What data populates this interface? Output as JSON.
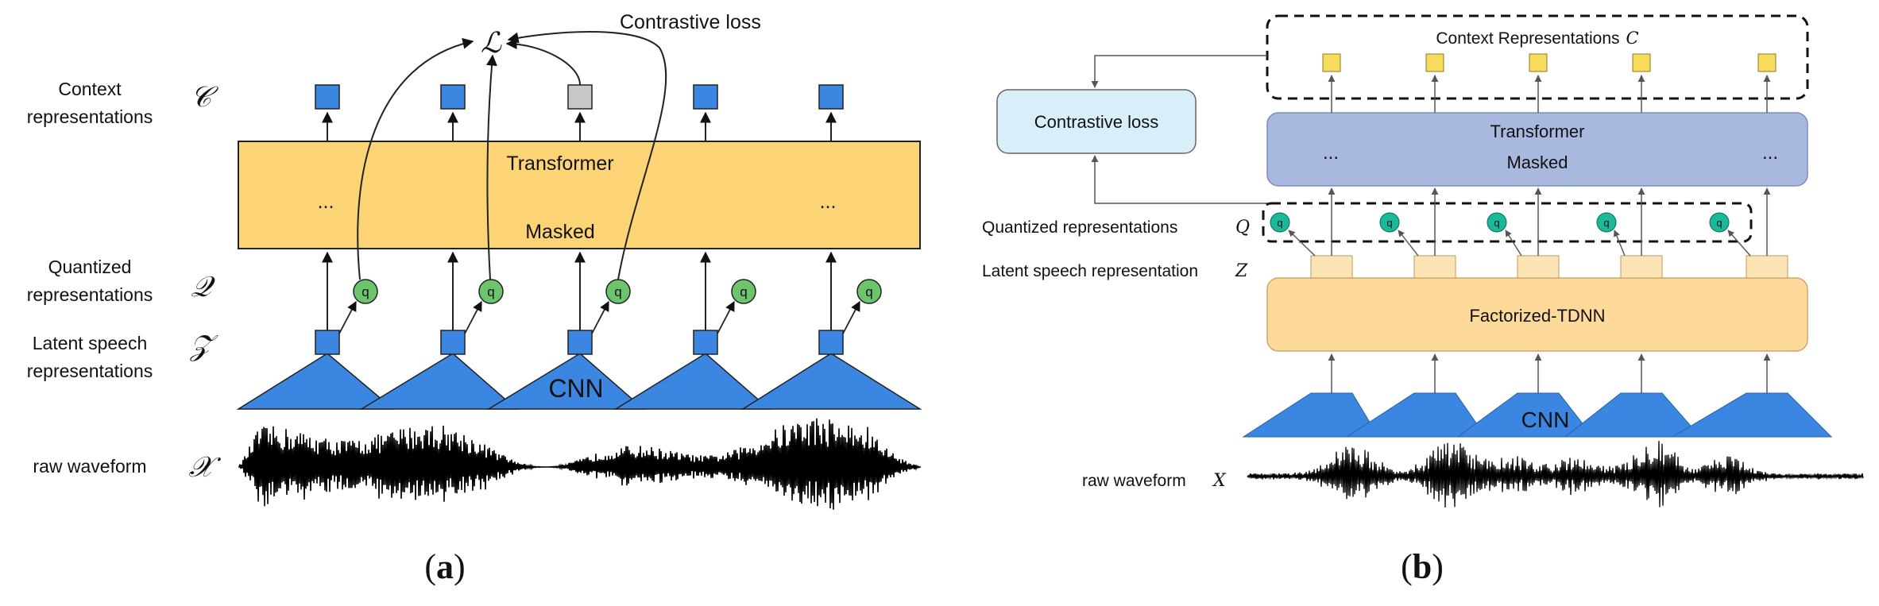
{
  "panel_a": {
    "top_title": "Contrastive loss",
    "loss_symbol": "ℒ",
    "context_label_line1": "Context",
    "context_label_line2": "representations",
    "context_symbol": "𝒞",
    "transformer_label": "Transformer",
    "masked_label": "Masked",
    "ellipsis_left": "...",
    "ellipsis_right": "...",
    "quantized_label_line1": "Quantized",
    "quantized_label_line2": "representations",
    "quantized_symbol": "𝒬",
    "latent_label_line1": "Latent speech",
    "latent_label_line2": "representations",
    "latent_symbol": "𝒵",
    "q_glyph": "q",
    "cnn_label": "CNN",
    "waveform_label": "raw waveform",
    "waveform_symbol": "𝒳",
    "caption_open": "(",
    "caption_letter": "a",
    "caption_close": ")"
  },
  "panel_b": {
    "contrastive_label": "Contrastive loss",
    "context_label": "Context Representations",
    "context_symbol": "C",
    "transformer_label": "Transformer",
    "masked_label": "Masked",
    "ellipsis_left": "...",
    "ellipsis_right": "...",
    "quantized_label": "Quantized representations",
    "quantized_symbol": "Q",
    "latent_label": "Latent speech representation",
    "latent_symbol": "Z",
    "q_glyph": "q",
    "tdnn_label": "Factorized-TDNN",
    "cnn_label": "CNN",
    "waveform_label": "raw waveform",
    "waveform_symbol": "X",
    "caption_open": "(",
    "caption_letter": "b",
    "caption_close": ")"
  },
  "colors": {
    "transformer_a": "#fdd475",
    "context_a": "#3b86e0",
    "masked_context_a": "#c8c8c8",
    "q_circle_a": "#6cc46c",
    "cnn_blue": "#3b86e0",
    "contrastive_box_b": "#d8eef8",
    "transformer_b": "#a9b8de",
    "context_b": "#f7dc5c",
    "q_circle_b": "#1ab99a",
    "tdnn_b": "#fdd99a"
  }
}
